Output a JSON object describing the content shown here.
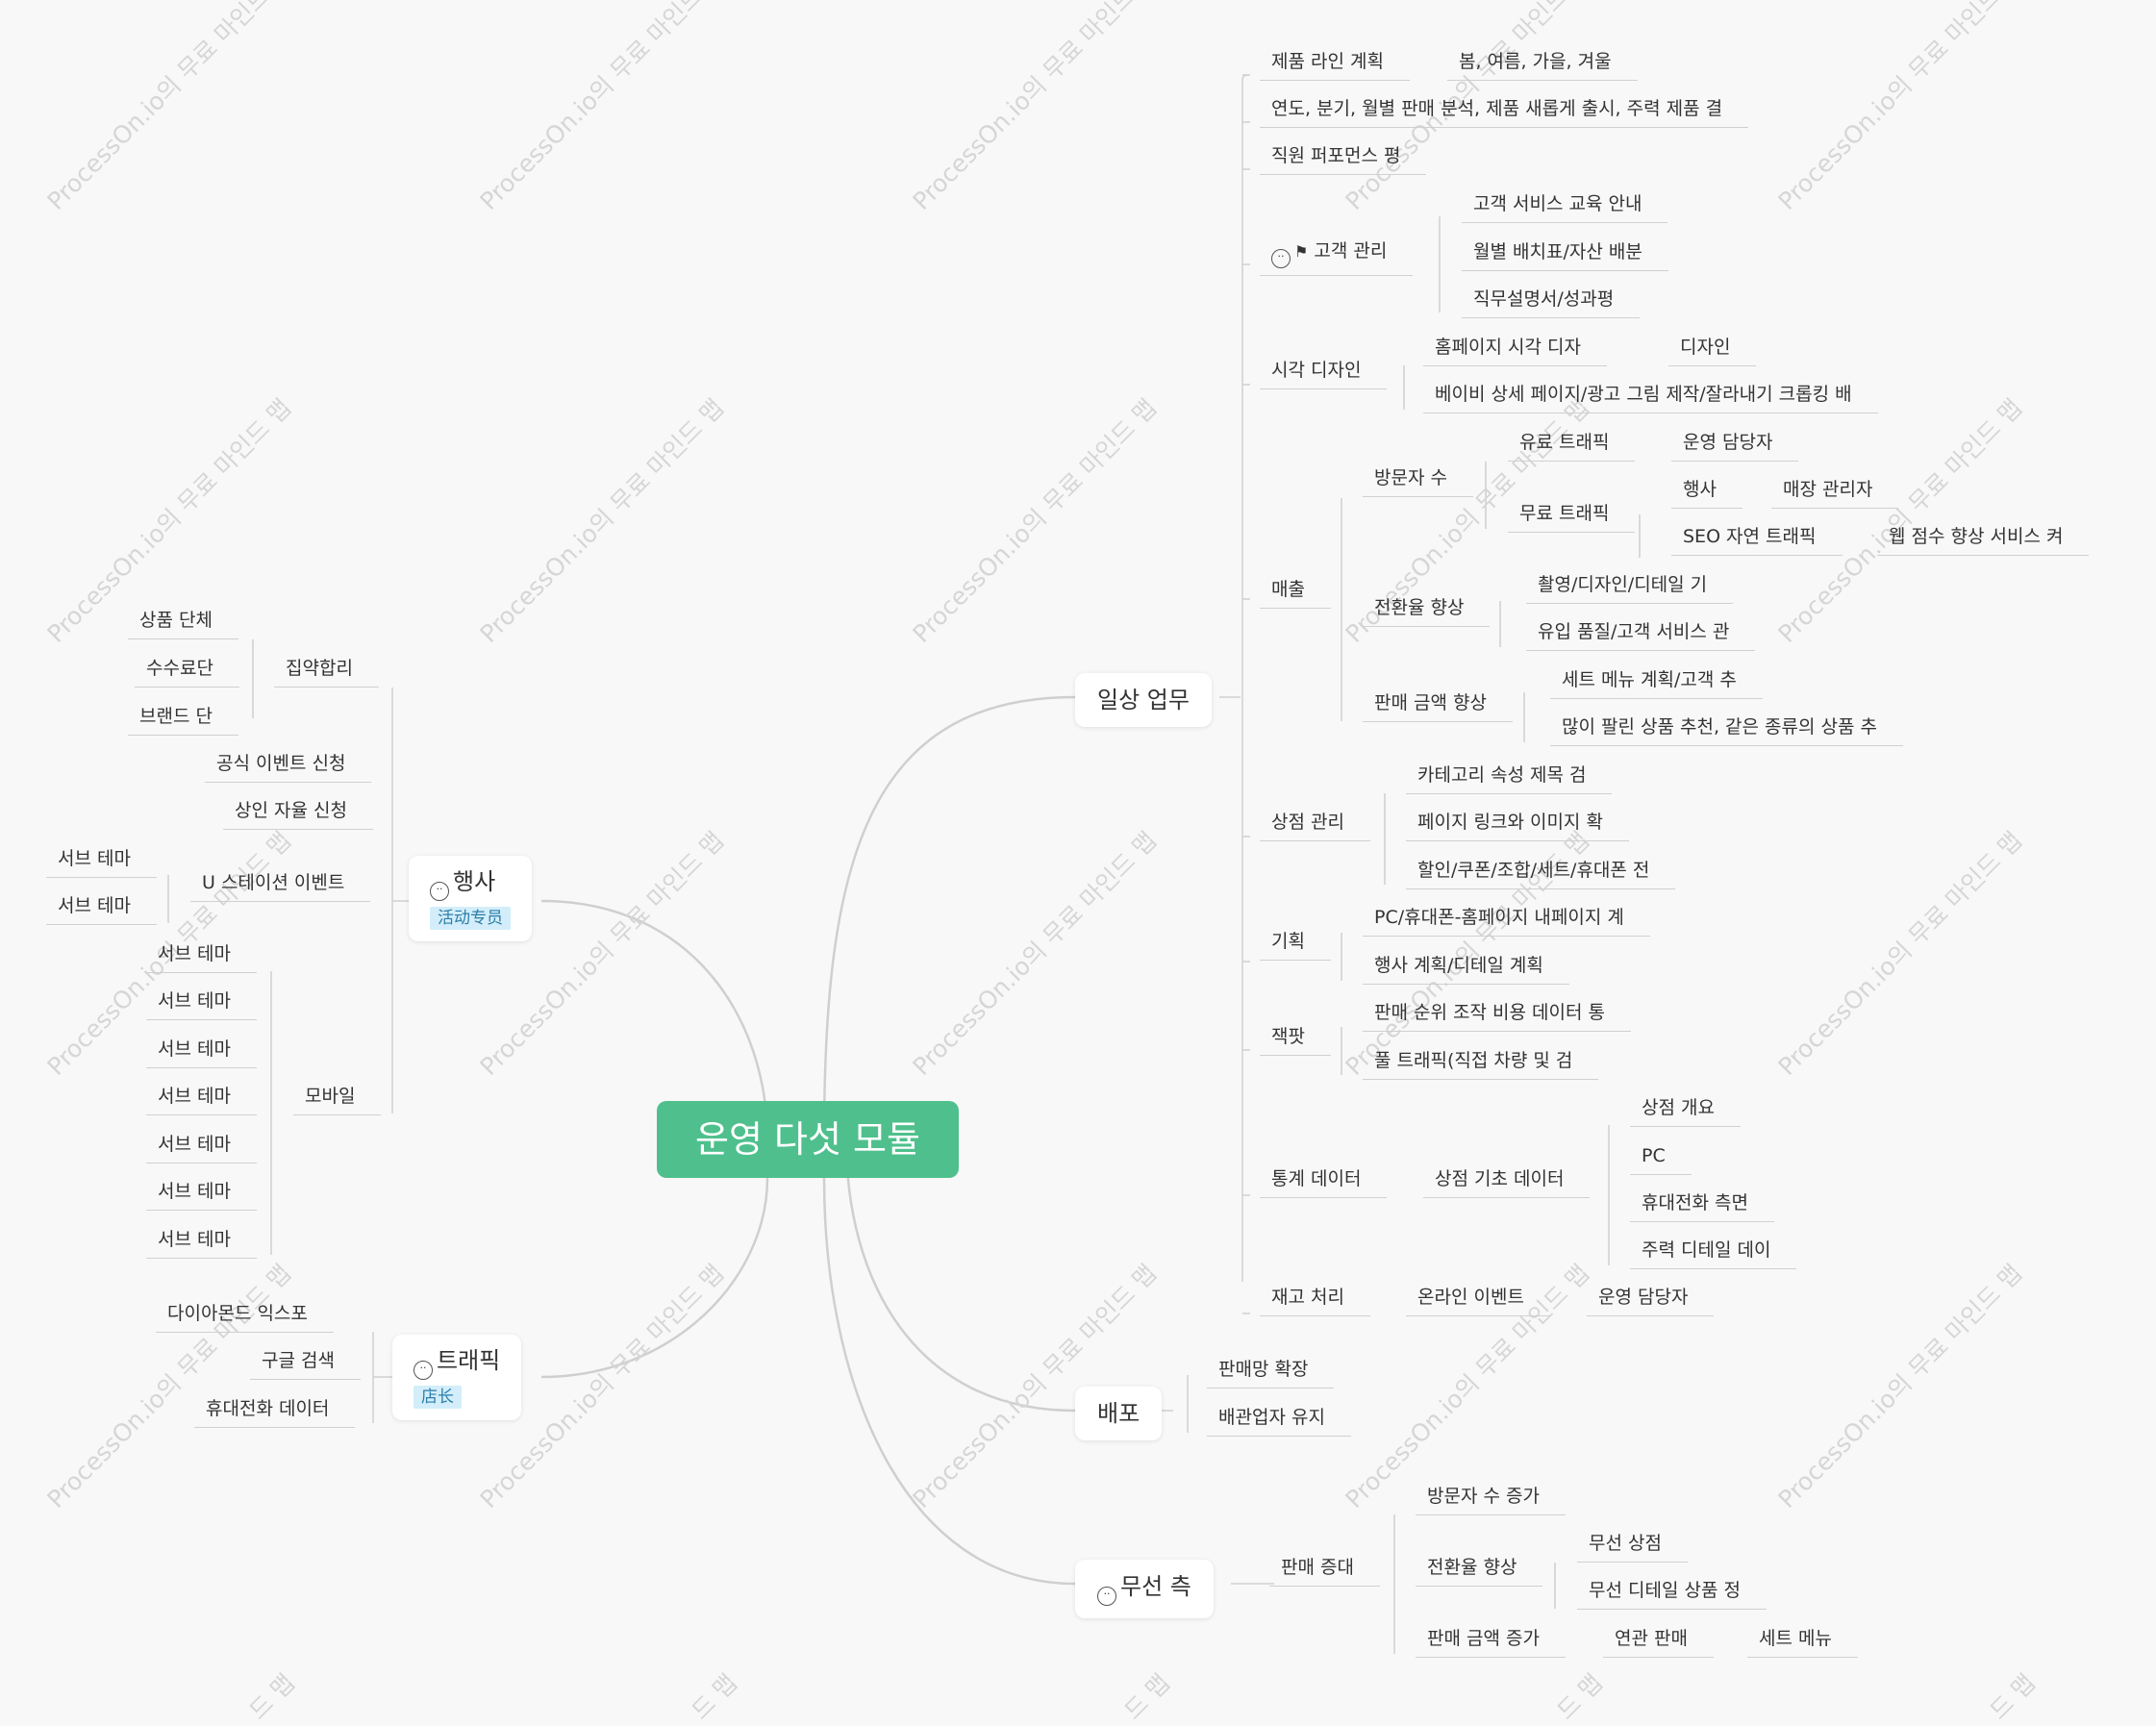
{
  "root": "운영 다섯 모듈",
  "icons": {
    "smiley": "smiley-face-icon",
    "flag": "flag-icon"
  },
  "colors": {
    "root_bg": "#4fc08d",
    "line": "#cfcfcf",
    "tag_bg": "#d3eefa",
    "tag_text": "#2c7ea8",
    "background": "#f8f8f8"
  },
  "watermark": {
    "main": "ProcessOn.io의 무료 마인드 맵",
    "short": "드 맵"
  },
  "left": {
    "events": {
      "label": "행사",
      "tag": "活动专员",
      "group": {
        "label": "집약합리",
        "items": [
          "상품 단체",
          "수수료단",
          "브랜드 단"
        ]
      },
      "official": "공식 이벤트 신청",
      "merchant": "상인 자율 신청",
      "ustation": {
        "label": "U 스테이션 이벤트",
        "items": [
          "서브 테마",
          "서브 테마"
        ]
      },
      "mobile": {
        "label": "모바일",
        "items": [
          "서브 테마",
          "서브 테마",
          "서브 테마",
          "서브 테마",
          "서브 테마",
          "서브 테마",
          "서브 테마"
        ]
      }
    },
    "traffic": {
      "label": "트래픽",
      "tag": "店长",
      "items": [
        "다이아몬드 익스포",
        "구글 검색",
        "휴대전화 데이터"
      ]
    }
  },
  "right": {
    "daily": {
      "label": "일상 업무",
      "product_line": {
        "label": "제품 라인 계획",
        "child": "봄, 여름, 가을, 겨울"
      },
      "sales_analysis": "연도, 분기, 월별 판매 분석, 제품 새롭게 출시, 주력 제품 결",
      "staff_eval": "직원 퍼포먼스 평",
      "customer": {
        "label": "고객 관리",
        "items": [
          "고객 서비스 교육 안내",
          "월별 배치표/자산 배분",
          "직무설명서/성과평"
        ]
      },
      "visual": {
        "label": "시각 디자인",
        "homepage": "홈페이지 시각 디자",
        "homepage_child": "디자인",
        "baby": "베이비 상세 페이지/광고 그림 제작/잘라내기 크롭킹 배"
      },
      "revenue": {
        "label": "매출",
        "visitors": {
          "label": "방문자 수",
          "paid": "유료 트래픽",
          "paid_child": "운영 담당자",
          "free": "무료 트래픽",
          "event": "행사",
          "event_child": "매장 관리자",
          "seo": "SEO 자연 트래픽",
          "seo_child": "웹 점수 향상 서비스 켜"
        },
        "conversion": {
          "label": "전환율 향상",
          "items": [
            "촬영/디자인/디테일 기",
            "유입 품질/고객 서비스 관"
          ]
        },
        "amount": {
          "label": "판매 금액 향상",
          "items": [
            "세트 메뉴 계획/고객 추",
            "많이 팔린 상품 추천, 같은 종류의 상품 추"
          ]
        }
      },
      "store": {
        "label": "상점 관리",
        "items": [
          "카테고리 속성 제목 검",
          "페이지 링크와 이미지 확",
          "할인/쿠폰/조합/세트/휴대폰 전"
        ]
      },
      "planning": {
        "label": "기획",
        "items": [
          "PC/휴대폰-홈페이지 내페이지 계",
          "행사 계획/디테일 계획"
        ]
      },
      "bugfix": {
        "label": "잭팟",
        "items": [
          "판매 순위 조작 비용 데이터 통",
          "풀 트래픽(직접 차량 및 검"
        ]
      },
      "stats": {
        "label": "통계 데이터",
        "base": "상점 기초 데이터",
        "items": [
          "상점 개요",
          "PC",
          "휴대전화 측면",
          "주력 디테일 데이"
        ]
      },
      "inventory": {
        "label": "재고 처리",
        "online": "온라인 이벤트",
        "owner": "운영 담당자"
      }
    },
    "distribution": {
      "label": "배포",
      "items": [
        "판매망 확장",
        "배관업자 유지"
      ]
    },
    "wireless": {
      "label": "무선 측",
      "increase": "판매 증대",
      "visitors_up": "방문자 수 증가",
      "conversion": {
        "label": "전환율 향상",
        "items": [
          "무선 상점",
          "무선 디테일 상품 정"
        ]
      },
      "amount": {
        "label": "판매 금액 증가",
        "related": "연관 판매",
        "set": "세트 메뉴"
      }
    }
  }
}
